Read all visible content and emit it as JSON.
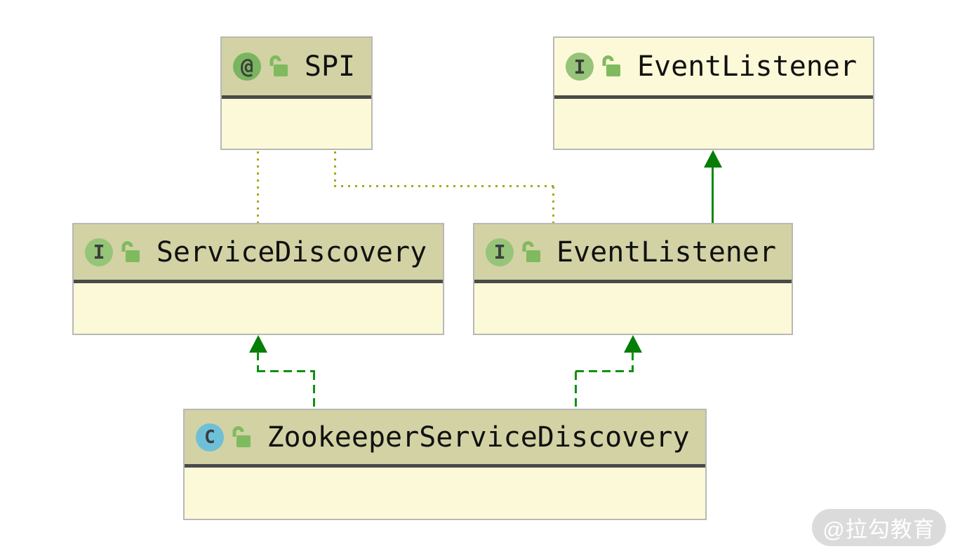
{
  "diagram": {
    "tool": "uml-class-diagram",
    "nodes": {
      "spi": {
        "label": "SPI",
        "kind": "annotation",
        "badge": "@",
        "visibility": "public"
      },
      "event_listener_top": {
        "label": "EventListener",
        "kind": "interface",
        "badge": "I",
        "visibility": "public"
      },
      "service_discovery": {
        "label": "ServiceDiscovery",
        "kind": "interface",
        "badge": "I",
        "visibility": "public"
      },
      "event_listener": {
        "label": "EventListener",
        "kind": "interface",
        "badge": "I",
        "visibility": "public"
      },
      "zookeeper_service_discovery": {
        "label": "ZookeeperServiceDiscovery",
        "kind": "class",
        "badge": "C",
        "visibility": "public"
      }
    },
    "edges": [
      {
        "from": "event_listener",
        "to": "event_listener_top",
        "type": "extends",
        "style": "solid-green-arrow"
      },
      {
        "from": "zookeeper_service_discovery",
        "to": "service_discovery",
        "type": "implements",
        "style": "dashed-green-arrow"
      },
      {
        "from": "zookeeper_service_discovery",
        "to": "event_listener",
        "type": "implements",
        "style": "dashed-green-arrow"
      },
      {
        "from": "spi",
        "to": "service_discovery",
        "type": "annotation-usage",
        "style": "dotted-olive"
      },
      {
        "from": "spi",
        "to": "event_listener",
        "type": "annotation-usage",
        "style": "dotted-olive"
      }
    ],
    "colors": {
      "header_khaki": "#d2d2a4",
      "body_yellow": "#fcf9d8",
      "separator": "#4a4a4a",
      "border": "#b8b8b8",
      "arrow_green": "#067d06",
      "dotted_olive": "#a9a811",
      "badge_annotation_green": "#78b55e",
      "badge_interface_green": "#96c478",
      "badge_class_blue": "#6ec0d8",
      "lock_green": "#7fba5f"
    }
  },
  "watermark": {
    "text": "@拉勾教育"
  }
}
